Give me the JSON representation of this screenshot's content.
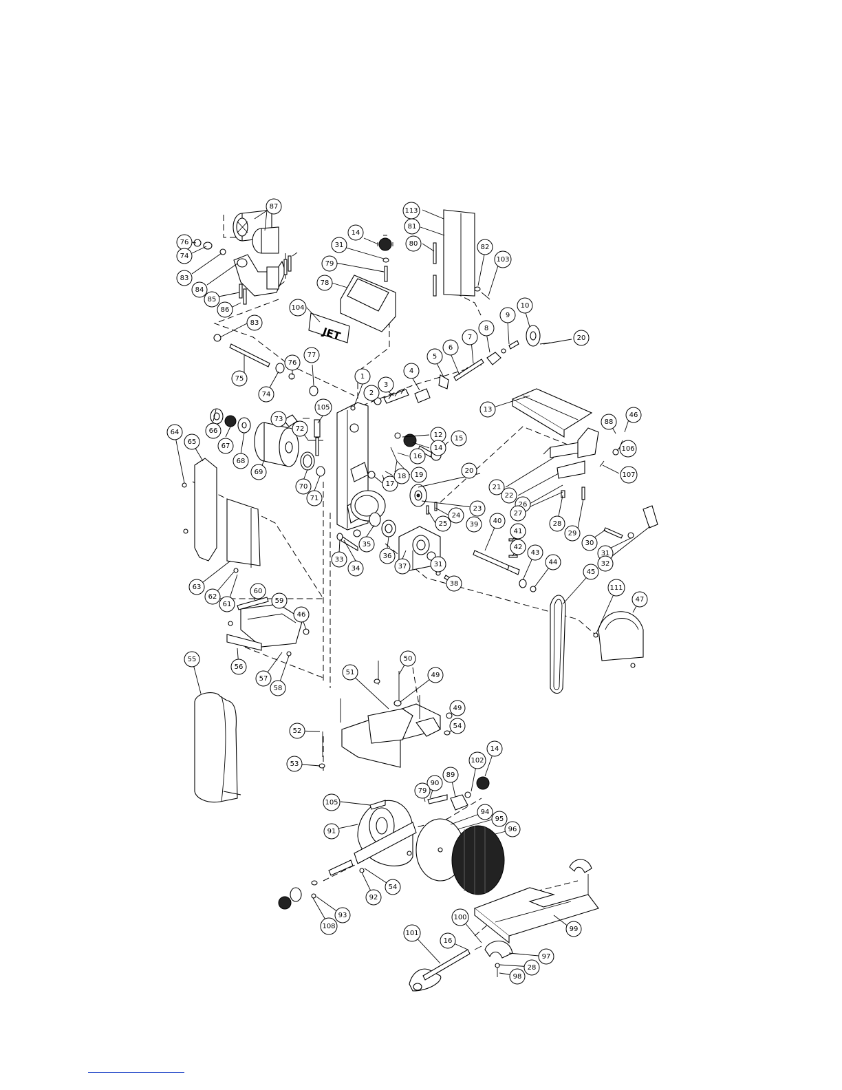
{
  "logo": {
    "text": "JET"
  },
  "callouts": [
    {
      "id": "87",
      "label": "87"
    },
    {
      "id": "76a",
      "label": "76"
    },
    {
      "id": "74a",
      "label": "74"
    },
    {
      "id": "83a",
      "label": "83"
    },
    {
      "id": "84",
      "label": "84"
    },
    {
      "id": "85",
      "label": "85"
    },
    {
      "id": "86",
      "label": "86"
    },
    {
      "id": "83b",
      "label": "83"
    },
    {
      "id": "75",
      "label": "75"
    },
    {
      "id": "74b",
      "label": "74"
    },
    {
      "id": "76b",
      "label": "76"
    },
    {
      "id": "77",
      "label": "77"
    },
    {
      "id": "104",
      "label": "104"
    },
    {
      "id": "14a",
      "label": "14"
    },
    {
      "id": "31a",
      "label": "31"
    },
    {
      "id": "79a",
      "label": "79"
    },
    {
      "id": "78",
      "label": "78"
    },
    {
      "id": "113",
      "label": "113"
    },
    {
      "id": "81",
      "label": "81"
    },
    {
      "id": "80",
      "label": "80"
    },
    {
      "id": "82",
      "label": "82"
    },
    {
      "id": "103",
      "label": "103"
    },
    {
      "id": "10",
      "label": "10"
    },
    {
      "id": "9",
      "label": "9"
    },
    {
      "id": "8",
      "label": "8"
    },
    {
      "id": "7",
      "label": "7"
    },
    {
      "id": "6",
      "label": "6"
    },
    {
      "id": "5",
      "label": "5"
    },
    {
      "id": "20a",
      "label": "20"
    },
    {
      "id": "4",
      "label": "4"
    },
    {
      "id": "3",
      "label": "3"
    },
    {
      "id": "2",
      "label": "2"
    },
    {
      "id": "1",
      "label": "1"
    },
    {
      "id": "13",
      "label": "13"
    },
    {
      "id": "12",
      "label": "12"
    },
    {
      "id": "14b",
      "label": "14"
    },
    {
      "id": "15",
      "label": "15"
    },
    {
      "id": "16a",
      "label": "16"
    },
    {
      "id": "17",
      "label": "17"
    },
    {
      "id": "18",
      "label": "18"
    },
    {
      "id": "19",
      "label": "19"
    },
    {
      "id": "88",
      "label": "88"
    },
    {
      "id": "46a",
      "label": "46"
    },
    {
      "id": "106",
      "label": "106"
    },
    {
      "id": "107",
      "label": "107"
    },
    {
      "id": "21",
      "label": "21"
    },
    {
      "id": "22",
      "label": "22"
    },
    {
      "id": "26",
      "label": "26"
    },
    {
      "id": "20b",
      "label": "20"
    },
    {
      "id": "23",
      "label": "23"
    },
    {
      "id": "24",
      "label": "24"
    },
    {
      "id": "25",
      "label": "25"
    },
    {
      "id": "27",
      "label": "27"
    },
    {
      "id": "28a",
      "label": "28"
    },
    {
      "id": "29",
      "label": "29"
    },
    {
      "id": "30",
      "label": "30"
    },
    {
      "id": "31b",
      "label": "31"
    },
    {
      "id": "32",
      "label": "32"
    },
    {
      "id": "64",
      "label": "64"
    },
    {
      "id": "65",
      "label": "65"
    },
    {
      "id": "66",
      "label": "66"
    },
    {
      "id": "67",
      "label": "67"
    },
    {
      "id": "68",
      "label": "68"
    },
    {
      "id": "69",
      "label": "69"
    },
    {
      "id": "70",
      "label": "70"
    },
    {
      "id": "71",
      "label": "71"
    },
    {
      "id": "72",
      "label": "72"
    },
    {
      "id": "73",
      "label": "73"
    },
    {
      "id": "105a",
      "label": "105"
    },
    {
      "id": "33",
      "label": "33"
    },
    {
      "id": "34",
      "label": "34"
    },
    {
      "id": "35",
      "label": "35"
    },
    {
      "id": "36",
      "label": "36"
    },
    {
      "id": "37",
      "label": "37"
    },
    {
      "id": "39",
      "label": "39"
    },
    {
      "id": "40",
      "label": "40"
    },
    {
      "id": "41",
      "label": "41"
    },
    {
      "id": "42",
      "label": "42"
    },
    {
      "id": "43",
      "label": "43"
    },
    {
      "id": "44",
      "label": "44"
    },
    {
      "id": "45",
      "label": "45"
    },
    {
      "id": "31c",
      "label": "31"
    },
    {
      "id": "38",
      "label": "38"
    },
    {
      "id": "63",
      "label": "63"
    },
    {
      "id": "62",
      "label": "62"
    },
    {
      "id": "61",
      "label": "61"
    },
    {
      "id": "60",
      "label": "60"
    },
    {
      "id": "59",
      "label": "59"
    },
    {
      "id": "46b",
      "label": "46"
    },
    {
      "id": "111",
      "label": "111"
    },
    {
      "id": "47",
      "label": "47"
    },
    {
      "id": "56",
      "label": "56"
    },
    {
      "id": "57",
      "label": "57"
    },
    {
      "id": "58",
      "label": "58"
    },
    {
      "id": "55",
      "label": "55"
    },
    {
      "id": "50",
      "label": "50"
    },
    {
      "id": "51",
      "label": "51"
    },
    {
      "id": "49a",
      "label": "49"
    },
    {
      "id": "49b",
      "label": "49"
    },
    {
      "id": "52",
      "label": "52"
    },
    {
      "id": "54a",
      "label": "54"
    },
    {
      "id": "53",
      "label": "53"
    },
    {
      "id": "14c",
      "label": "14"
    },
    {
      "id": "102",
      "label": "102"
    },
    {
      "id": "105b",
      "label": "105"
    },
    {
      "id": "90",
      "label": "90"
    },
    {
      "id": "89",
      "label": "89"
    },
    {
      "id": "79b",
      "label": "79"
    },
    {
      "id": "94",
      "label": "94"
    },
    {
      "id": "95",
      "label": "95"
    },
    {
      "id": "96",
      "label": "96"
    },
    {
      "id": "91",
      "label": "91"
    },
    {
      "id": "54b",
      "label": "54"
    },
    {
      "id": "92",
      "label": "92"
    },
    {
      "id": "93",
      "label": "93"
    },
    {
      "id": "108",
      "label": "108"
    },
    {
      "id": "99",
      "label": "99"
    },
    {
      "id": "101",
      "label": "101"
    },
    {
      "id": "16b",
      "label": "16"
    },
    {
      "id": "100",
      "label": "100"
    },
    {
      "id": "97",
      "label": "97"
    },
    {
      "id": "28b",
      "label": "28"
    },
    {
      "id": "98",
      "label": "98"
    }
  ]
}
